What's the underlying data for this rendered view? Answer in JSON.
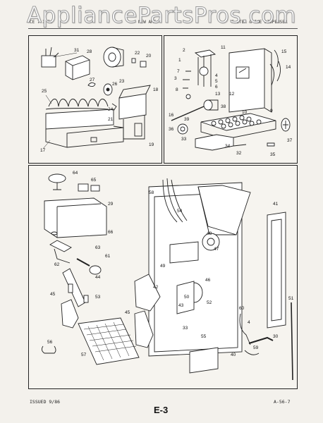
{
  "watermark": "AppliancePartsPros.com",
  "header": {
    "left": "CE 7 1 76",
    "center": "NEW AMF",
    "right": "F 1TER & ICE DISPENSER"
  },
  "panels": {
    "ice_maker": {
      "callouts": [
        "31",
        "28",
        "22",
        "20",
        "23",
        "27",
        "26",
        "25",
        "24",
        "21",
        "18",
        "17",
        "19"
      ]
    },
    "ice_bucket": {
      "callouts": [
        "2",
        "1",
        "11",
        "15",
        "14",
        "7",
        "3",
        "4",
        "5",
        "6",
        "8",
        "13",
        "12",
        "10",
        "9",
        "38",
        "16",
        "39",
        "36",
        "33",
        "34",
        "32",
        "35",
        "37"
      ]
    },
    "dispenser": {
      "callouts": [
        "64",
        "65",
        "29",
        "66",
        "58",
        "54",
        "63",
        "62",
        "61",
        "44",
        "45",
        "53",
        "41",
        "48",
        "47",
        "49",
        "46",
        "42",
        "43",
        "50",
        "52",
        "45",
        "33",
        "55",
        "51",
        "60",
        "4",
        "30",
        "56",
        "57",
        "40",
        "59"
      ]
    }
  },
  "footer": {
    "issued": "ISSUED 9/86",
    "page": "E-3",
    "ref": "A-56-7"
  }
}
